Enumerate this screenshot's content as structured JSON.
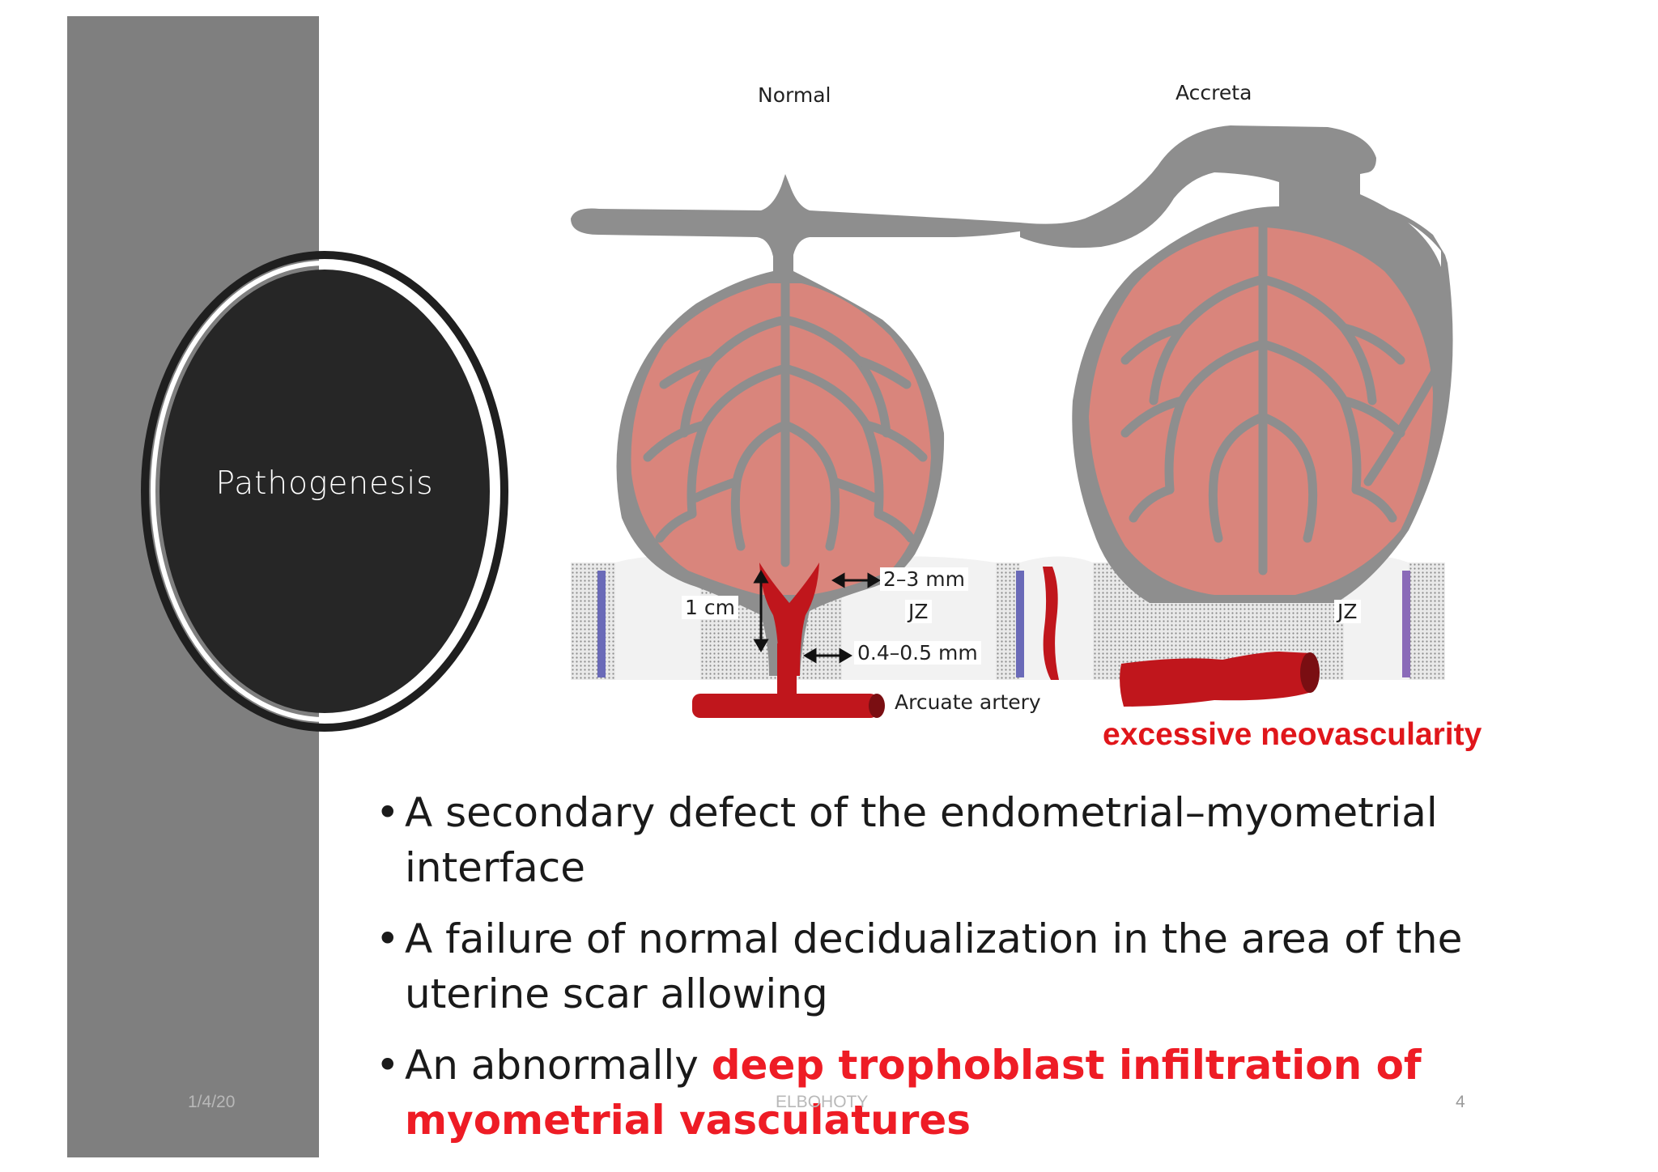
{
  "slide": {
    "title": "Pathogenesis",
    "figure": {
      "label_normal": "Normal",
      "label_accreta": "Accreta",
      "measure_2_3mm": "2–3 mm",
      "measure_1cm": "1 cm",
      "measure_jz_left": "JZ",
      "measure_04_05mm": "0.4–0.5 mm",
      "measure_jz_right": "JZ",
      "arcuate_artery": "Arcuate artery",
      "annotation": "excessive neovascularity",
      "colors": {
        "villi": "#d9857c",
        "vessel_gray": "#8e8e8e",
        "artery_red": "#c0161c",
        "myometrium_blue": "#6a6ab8"
      }
    },
    "bullets": [
      {
        "text": "A secondary defect of the endometrial–myometrial interface"
      },
      {
        "text": "A failure of normal decidualization in the area of the uterine scar allowing"
      },
      {
        "prefix": "An abnormally ",
        "emphasis": "deep trophoblast infiltration of myometrial vasculatures"
      }
    ],
    "bullet_glyph": "•",
    "footer": {
      "date": "1/4/20",
      "author": "ELBOHOTY",
      "page": "4"
    }
  }
}
